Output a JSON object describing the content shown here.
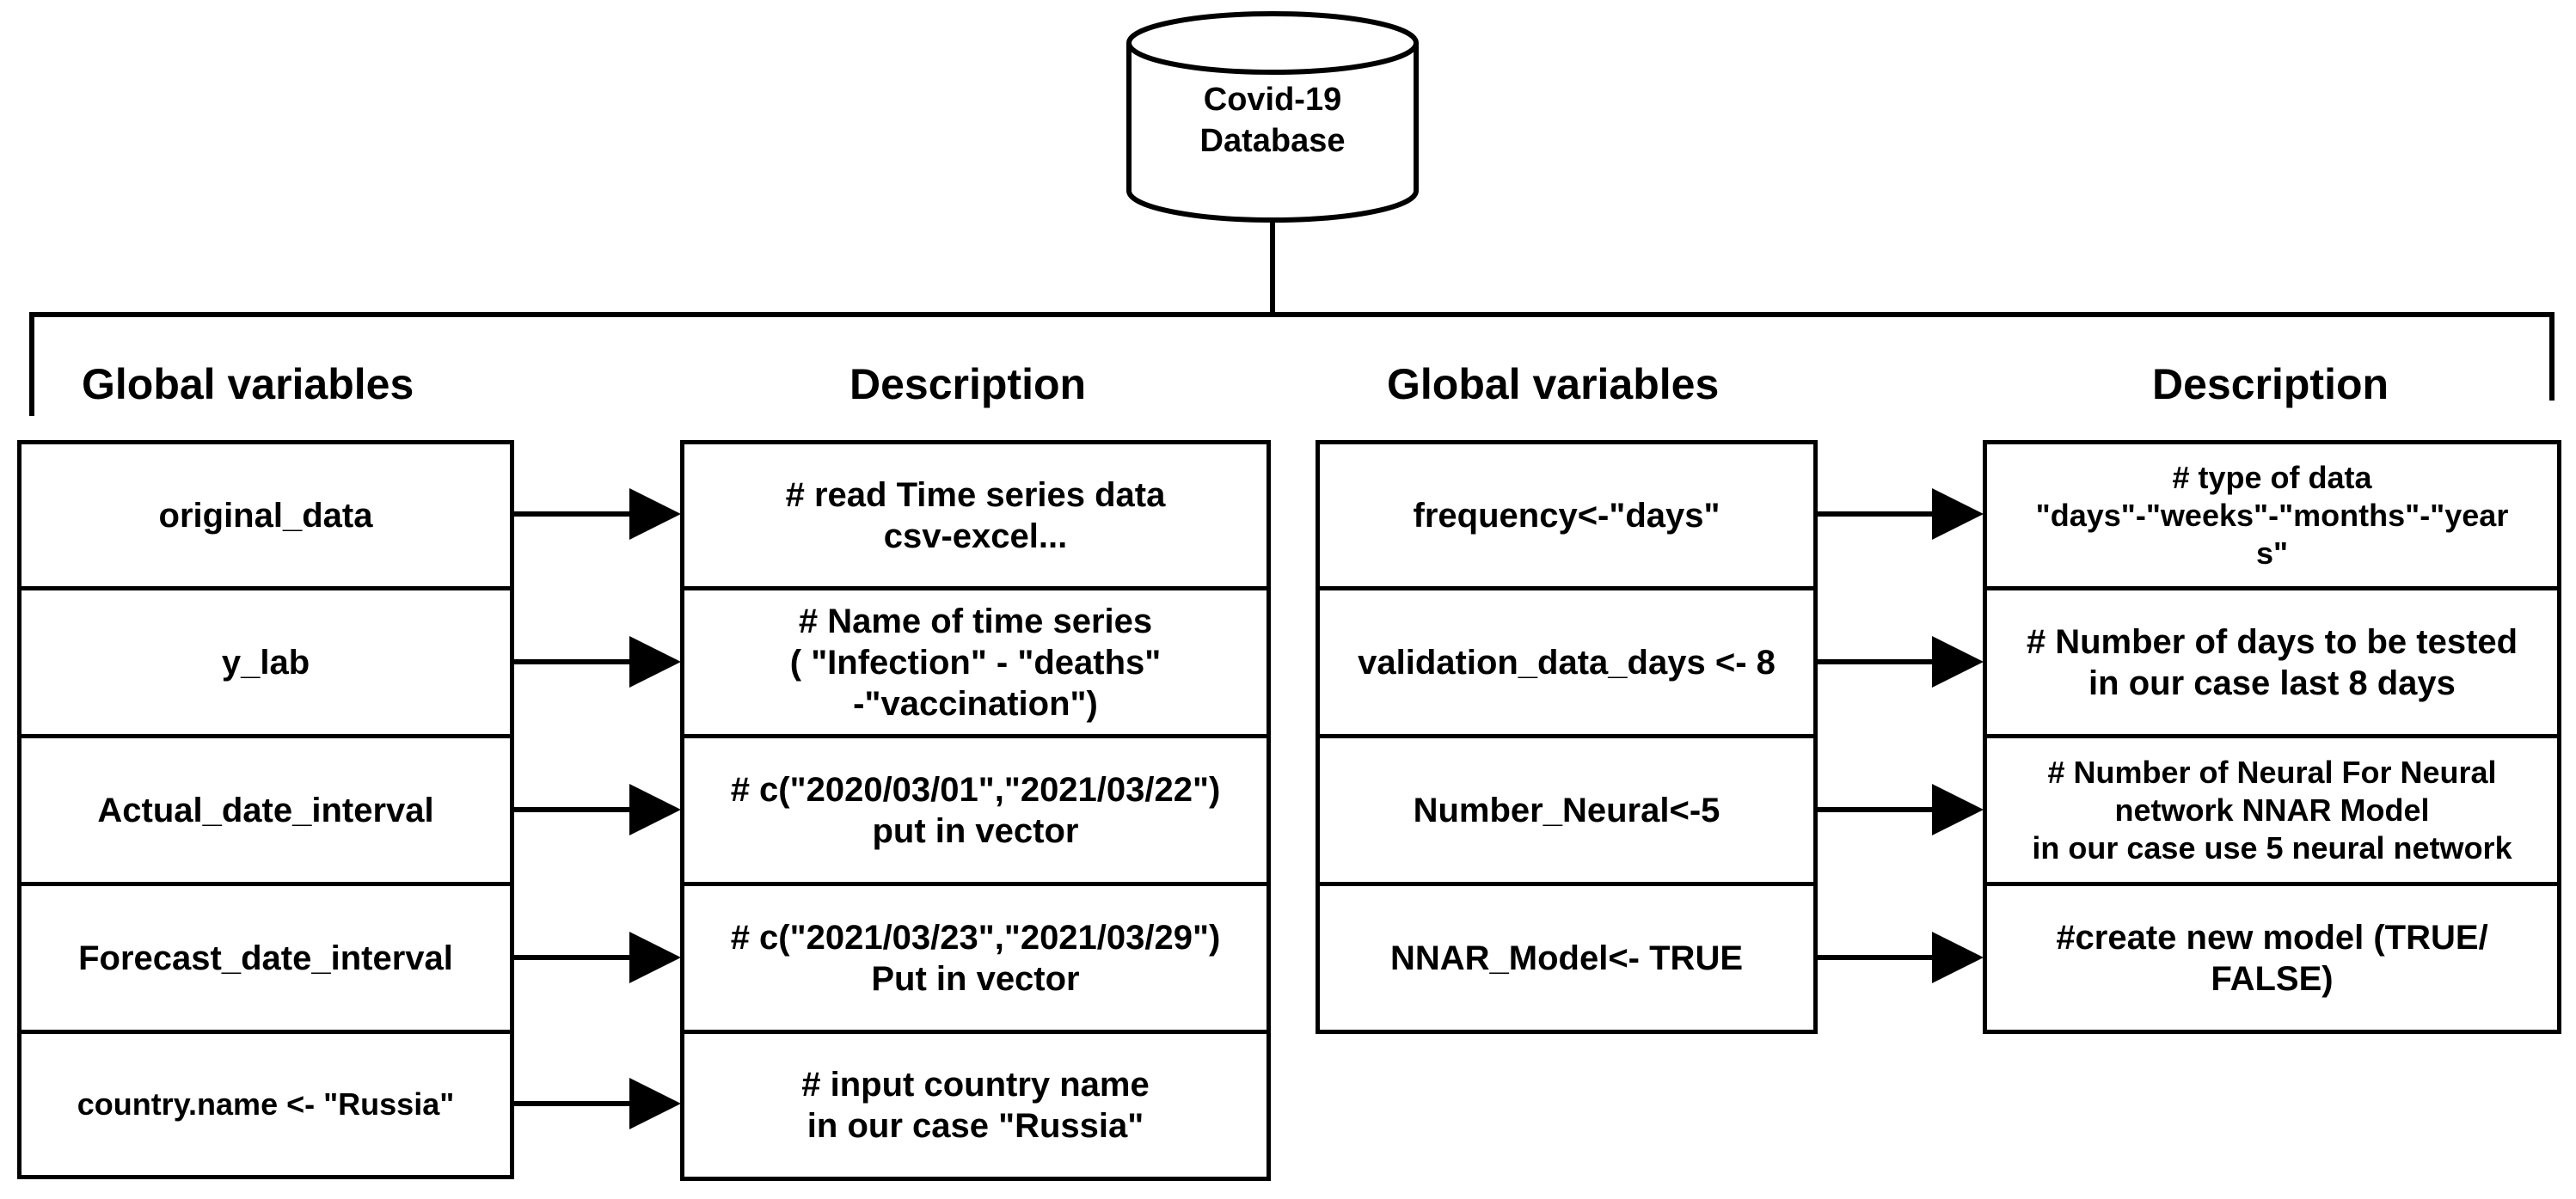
{
  "database": {
    "label": "Covid-19\nDatabase"
  },
  "headers": {
    "left_vars": "Global variables",
    "left_desc": "Description",
    "right_vars": "Global variables",
    "right_desc": "Description"
  },
  "left_rows": [
    {
      "variable": "original_data",
      "description": "# read Time series data\ncsv-excel..."
    },
    {
      "variable": "y_lab",
      "description": "# Name of time series\n( \"Infection\" - \"deaths\"\n-\"vaccination\")"
    },
    {
      "variable": "Actual_date_interval",
      "description": "# c(\"2020/03/01\",\"2021/03/22\")\nput in vector"
    },
    {
      "variable": "Forecast_date_interval",
      "description": "# c(\"2021/03/23\",\"2021/03/29\")\nPut in vector"
    },
    {
      "variable": "country.name <- \"Russia\"",
      "description": "# input country name\nin our case \"Russia\""
    }
  ],
  "right_rows": [
    {
      "variable": "frequency<-\"days\"",
      "description": "# type of data\n\"days\"-\"weeks\"-\"months\"-\"year\ns\""
    },
    {
      "variable": "validation_data_days <- 8",
      "description": "# Number of days to be tested\nin our case last 8 days"
    },
    {
      "variable": "Number_Neural<-5",
      "description": "# Number of Neural For Neural\nnetwork NNAR Model\nin our case use 5 neural network"
    },
    {
      "variable": "NNAR_Model<- TRUE",
      "description": "#create new model (TRUE/\nFALSE)"
    }
  ]
}
